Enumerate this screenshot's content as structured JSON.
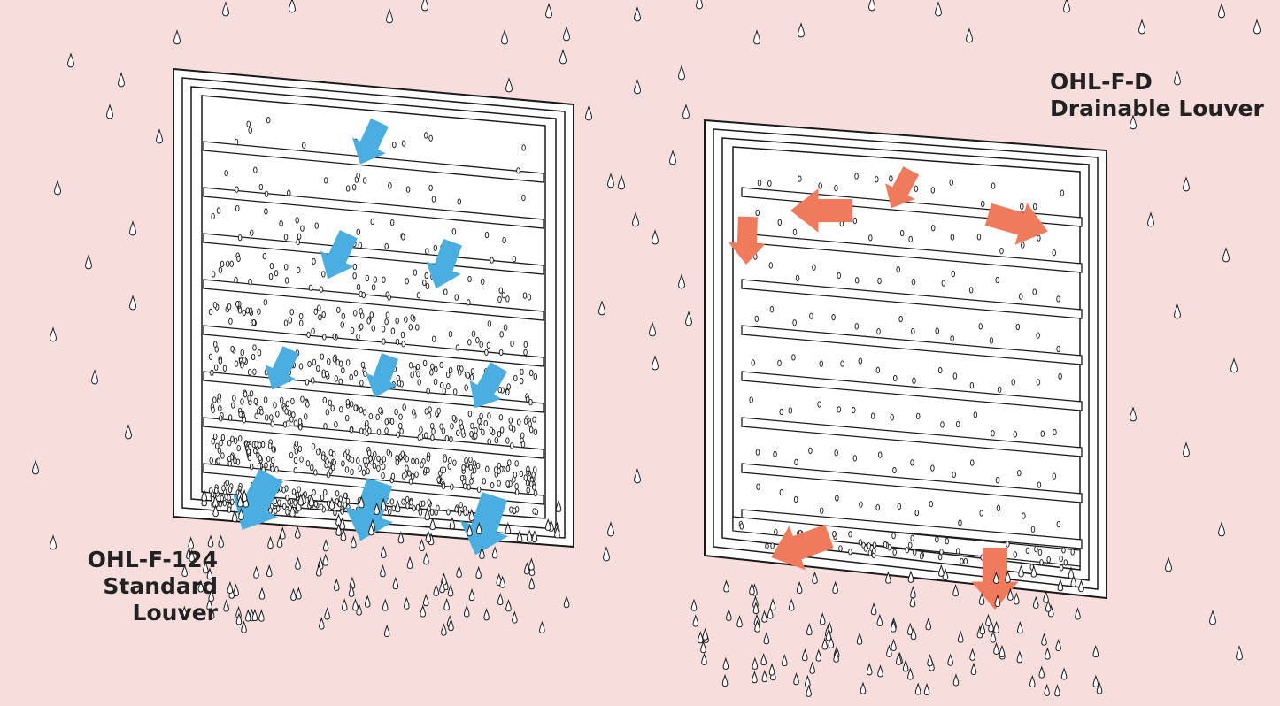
{
  "colors": {
    "background": "#f7dedd",
    "panel": "#ffffff",
    "line": "#1a1a1a",
    "standard_arrow": "#4aaee0",
    "drainable_arrow": "#f07a5c"
  },
  "standard": {
    "model": "OHL-F-124",
    "name": "Standard Louver",
    "arrow_icon": "water-intake-arrow-icon"
  },
  "drainable": {
    "model": "OHL-F-D",
    "name": "Drainable Louver",
    "arrow_icon": "water-drain-arrow-icon"
  }
}
